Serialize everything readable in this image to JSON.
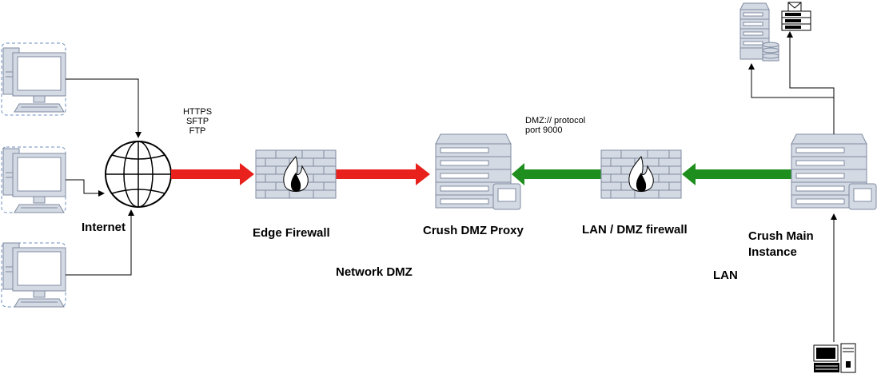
{
  "labels": {
    "internet": "Internet",
    "edge_firewall": "Edge Firewall",
    "crush_dmz_proxy": "Crush DMZ Proxy",
    "lan_dmz_firewall": "LAN / DMZ firewall",
    "crush_main_line1": "Crush Main",
    "crush_main_line2": "Instance",
    "network_dmz": "Network DMZ",
    "lan": "LAN"
  },
  "protocols": {
    "line1": "HTTPS",
    "line2": "SFTP",
    "line3": "FTP"
  },
  "dmz_protocol": {
    "line1": "DMZ:// protocol",
    "line2": "port 9000"
  },
  "colors": {
    "red_arrow": "#e8211d",
    "green_arrow": "#1e8e1e",
    "device_fill": "#d4dae4",
    "device_stroke": "#7f8ba0",
    "client_border": "#6c8ebf"
  }
}
